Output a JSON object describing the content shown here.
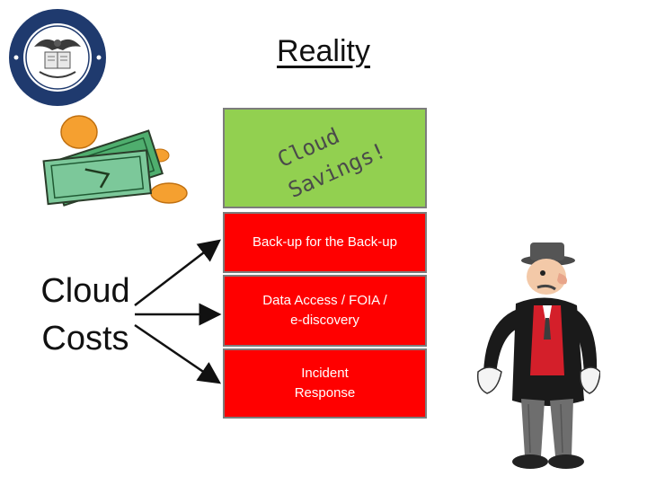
{
  "title": "Reality",
  "green_box": {
    "line1": "Cloud",
    "line2": "Savings!"
  },
  "red_boxes": [
    {
      "label": "Back-up for the Back-up"
    },
    {
      "label": "Data Access / FOIA /\ne-discovery"
    },
    {
      "label": "Incident\nResponse"
    }
  ],
  "costs_label": "Cloud\nCosts",
  "colors": {
    "green": "#92d050",
    "red": "#ff0000",
    "seal_blue": "#1f3a6e"
  }
}
